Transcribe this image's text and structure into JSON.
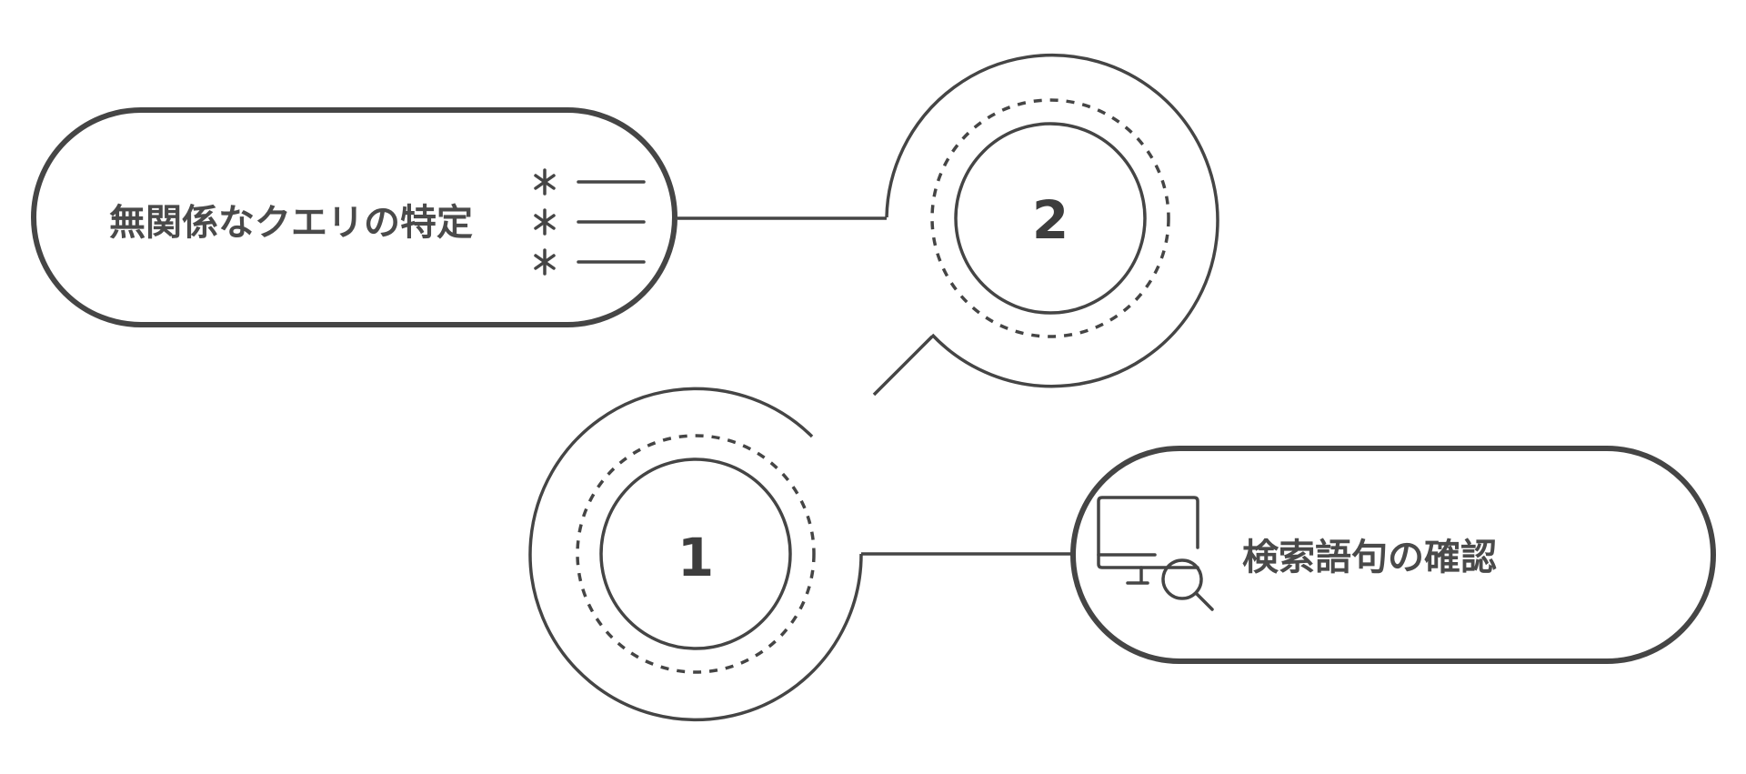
{
  "steps": [
    {
      "number": "1",
      "label": "検索語句の確認",
      "icon": "monitor-search-icon"
    },
    {
      "number": "2",
      "label": "無関係なクエリの特定",
      "icon": "asterisk-list-icon"
    }
  ],
  "colors": {
    "stroke": "#454545",
    "text": "#4a4a4a",
    "background": "#ffffff"
  }
}
